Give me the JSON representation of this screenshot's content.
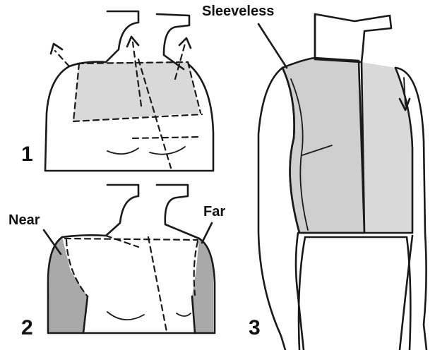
{
  "labels": {
    "sleeveless": "Sleeveless",
    "near": "Near",
    "far": "Far",
    "fig1": "1",
    "fig2": "2",
    "fig3": "3"
  },
  "colors": {
    "ink": "#1a1a1a",
    "light_fill": "#d9d9d9",
    "dark_fill": "#a9a9a9",
    "background": "#ffffff"
  }
}
